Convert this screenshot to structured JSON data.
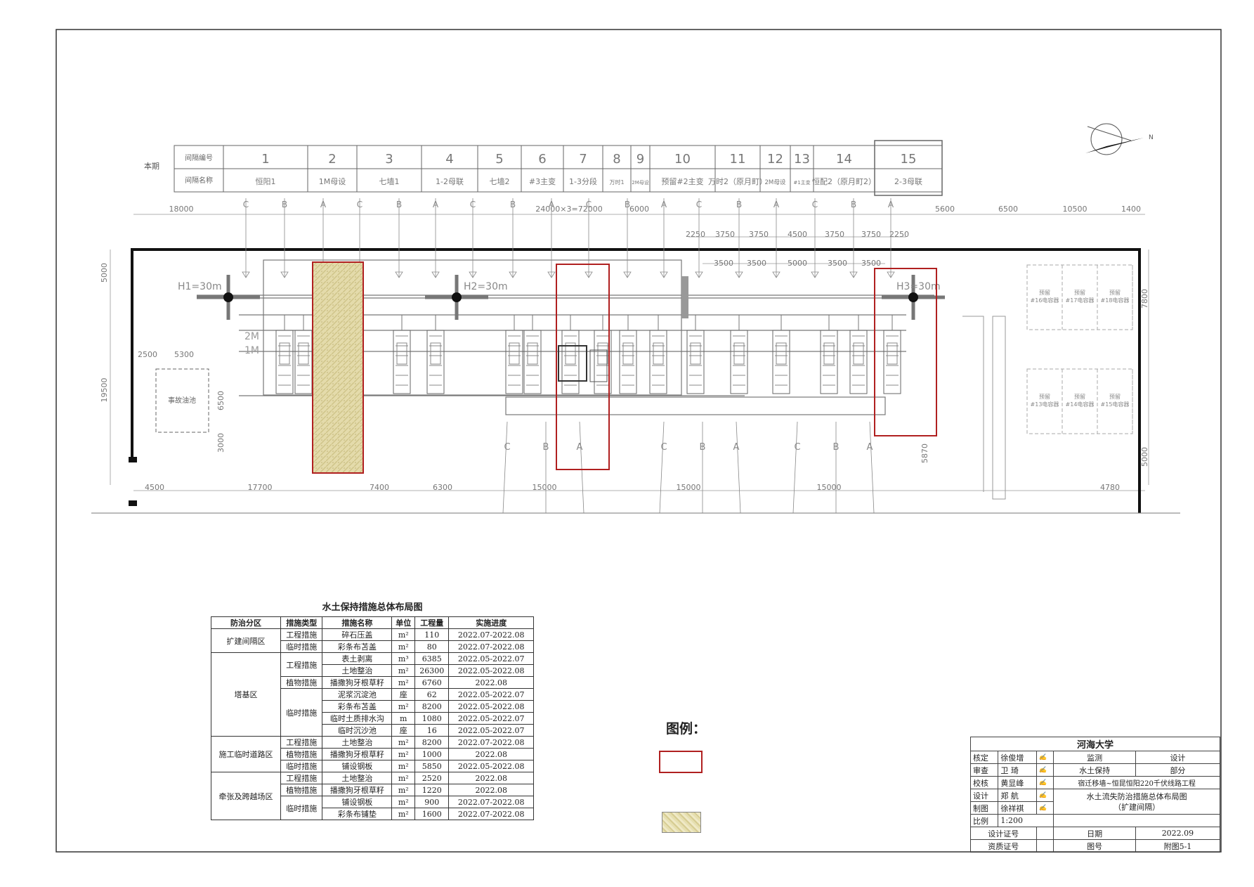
{
  "bay_table": {
    "row_label": "本期",
    "row1_header": "间隔编号",
    "row2_header": "间隔名称",
    "numbers": [
      "1",
      "2",
      "3",
      "4",
      "5",
      "6",
      "7",
      "8",
      "9",
      "10",
      "11",
      "12",
      "13",
      "14",
      "15"
    ],
    "names": [
      "恒阳1",
      "1M母设",
      "七墙1",
      "1-2母联",
      "七墙2",
      "#3主变",
      "1-3分段",
      "万时1",
      "2M母设",
      "预留#2主变",
      "万时2（原月町）",
      "2M母设",
      "#1主变",
      "恒配2（原月町2）",
      "2-3母联"
    ]
  },
  "diagram": {
    "phase_labels_top": [
      "C",
      "B",
      "A",
      "C",
      "B",
      "A",
      "C",
      "B",
      "A",
      "C",
      "B",
      "A",
      "C",
      "B",
      "A",
      "C",
      "B",
      "A"
    ],
    "phase_labels_bottom": [
      "C",
      "B",
      "A",
      "C",
      "B",
      "A",
      "C",
      "B",
      "A"
    ],
    "lightning_rods": [
      "H1=30m",
      "H2=30m",
      "H3=30m"
    ],
    "bus_labels": [
      "2M",
      "1M"
    ],
    "top_dimensions": [
      "18000",
      "24000×3=72000",
      "6000",
      "5600",
      "6500",
      "10500",
      "1400"
    ],
    "mid_dimensions": [
      "2250",
      "3750",
      "3750",
      "4500",
      "3750",
      "3750",
      "2250"
    ],
    "inner_dimensions": [
      "3500",
      "3500",
      "5000",
      "3500",
      "3500"
    ],
    "bottom_dimensions": [
      "4500",
      "17700",
      "7400",
      "6300",
      "15000",
      "15000",
      "15000",
      "4780"
    ],
    "left_dimensions": [
      "5000",
      "19500"
    ],
    "right_dimensions": [
      "7800",
      "5870",
      "5000"
    ],
    "accident_pool": "事故油池",
    "pool_dims": [
      "2500",
      "5300",
      "6500",
      "3000"
    ],
    "reserved_bays": [
      "预留\n#16电容器",
      "预留\n#17电容器",
      "预留\n#18电容器",
      "预留\n#13电容器",
      "预留\n#14电容器",
      "预留\n#15电容器"
    ]
  },
  "table_title": "水土保持措施总体布局图",
  "table": {
    "headers": [
      "防治分区",
      "措施类型",
      "措施名称",
      "单位",
      "工程量",
      "实施进度"
    ],
    "rows": [
      {
        "zone": "扩建间隔区",
        "type": "工程措施",
        "name": "碎石压盖",
        "unit": "m²",
        "qty": "110",
        "period": "2022.07-2022.08"
      },
      {
        "zone": "",
        "type": "临时措施",
        "name": "彩条布苫盖",
        "unit": "m²",
        "qty": "80",
        "period": "2022.07-2022.08"
      },
      {
        "zone": "塔基区",
        "type": "工程措施",
        "name": "表土剥离",
        "unit": "m³",
        "qty": "6385",
        "period": "2022.05-2022.07"
      },
      {
        "zone": "",
        "type": "",
        "name": "土地整治",
        "unit": "m²",
        "qty": "26300",
        "period": "2022.05-2022.08"
      },
      {
        "zone": "",
        "type": "植物措施",
        "name": "播撒狗牙根草籽",
        "unit": "m²",
        "qty": "6760",
        "period": "2022.08"
      },
      {
        "zone": "",
        "type": "临时措施",
        "name": "泥浆沉淀池",
        "unit": "座",
        "qty": "62",
        "period": "2022.05-2022.07"
      },
      {
        "zone": "",
        "type": "",
        "name": "彩条布苫盖",
        "unit": "m²",
        "qty": "8200",
        "period": "2022.05-2022.08"
      },
      {
        "zone": "",
        "type": "",
        "name": "临时土质排水沟",
        "unit": "m",
        "qty": "1080",
        "period": "2022.05-2022.07"
      },
      {
        "zone": "",
        "type": "",
        "name": "临时沉沙池",
        "unit": "座",
        "qty": "16",
        "period": "2022.05-2022.07"
      },
      {
        "zone": "施工临时道路区",
        "type": "工程措施",
        "name": "土地整治",
        "unit": "m²",
        "qty": "8200",
        "period": "2022.07-2022.08"
      },
      {
        "zone": "",
        "type": "植物措施",
        "name": "播撒狗牙根草籽",
        "unit": "m²",
        "qty": "1000",
        "period": "2022.08"
      },
      {
        "zone": "",
        "type": "临时措施",
        "name": "铺设钢板",
        "unit": "m²",
        "qty": "5850",
        "period": "2022.05-2022.08"
      },
      {
        "zone": "牵张及跨越场区",
        "type": "工程措施",
        "name": "土地整治",
        "unit": "m²",
        "qty": "2520",
        "period": "2022.08"
      },
      {
        "zone": "",
        "type": "植物措施",
        "name": "播撒狗牙根草籽",
        "unit": "m²",
        "qty": "1220",
        "period": "2022.08"
      },
      {
        "zone": "",
        "type": "临时措施",
        "name": "铺设钢板",
        "unit": "m²",
        "qty": "900",
        "period": "2022.07-2022.08"
      },
      {
        "zone": "",
        "type": "",
        "name": "彩条布铺垫",
        "unit": "m²",
        "qty": "1600",
        "period": "2022.07-2022.08"
      }
    ]
  },
  "legend": {
    "title": "图例："
  },
  "title_block": {
    "org": "河海大学",
    "roles": [
      "核定",
      "审查",
      "校核",
      "设计",
      "制图"
    ],
    "names": [
      "徐俊增",
      "卫 琦",
      "黄显峰",
      "郑 航",
      "徐祥祺"
    ],
    "stage_label": "监测",
    "stage_value": "设计",
    "discipline": "水土保持",
    "part": "部分",
    "project": "宿迁移墙~恒昆恒阳220千伏线路工程",
    "drawing_name": "水土流失防治措施总体布局图",
    "drawing_sub": "（扩建间隔）",
    "scale_label": "比例",
    "scale_value": "1:200",
    "cert_label": "设计证号",
    "qual_label": "资质证号",
    "date_label": "日期",
    "date_value": "2022.09",
    "fig_label": "图号",
    "fig_value": "附图5-1"
  },
  "colors": {
    "highlight_red": "#b02020",
    "sand": "#e2d9a6",
    "line": "#333333"
  }
}
